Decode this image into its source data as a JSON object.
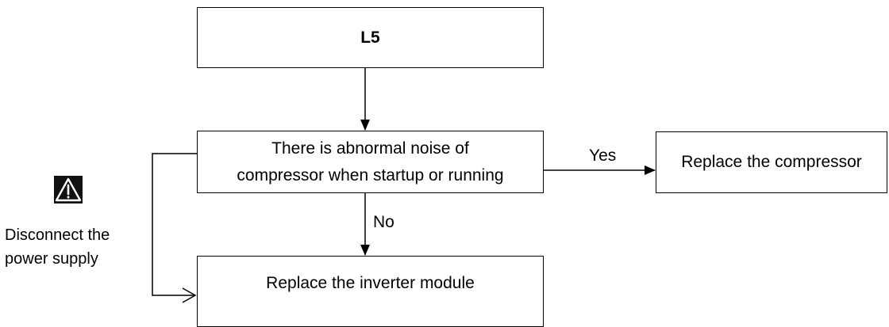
{
  "nodes": {
    "start": "L5",
    "question_line1": "There is abnormal noise of",
    "question_line2": "compressor when startup or running",
    "yes_action": "Replace the compressor",
    "no_action": "Replace the inverter module"
  },
  "edges": {
    "yes": "Yes",
    "no": "No"
  },
  "warning": {
    "icon": "warning-triangle-icon",
    "line1": "Disconnect the",
    "line2": "power supply"
  }
}
